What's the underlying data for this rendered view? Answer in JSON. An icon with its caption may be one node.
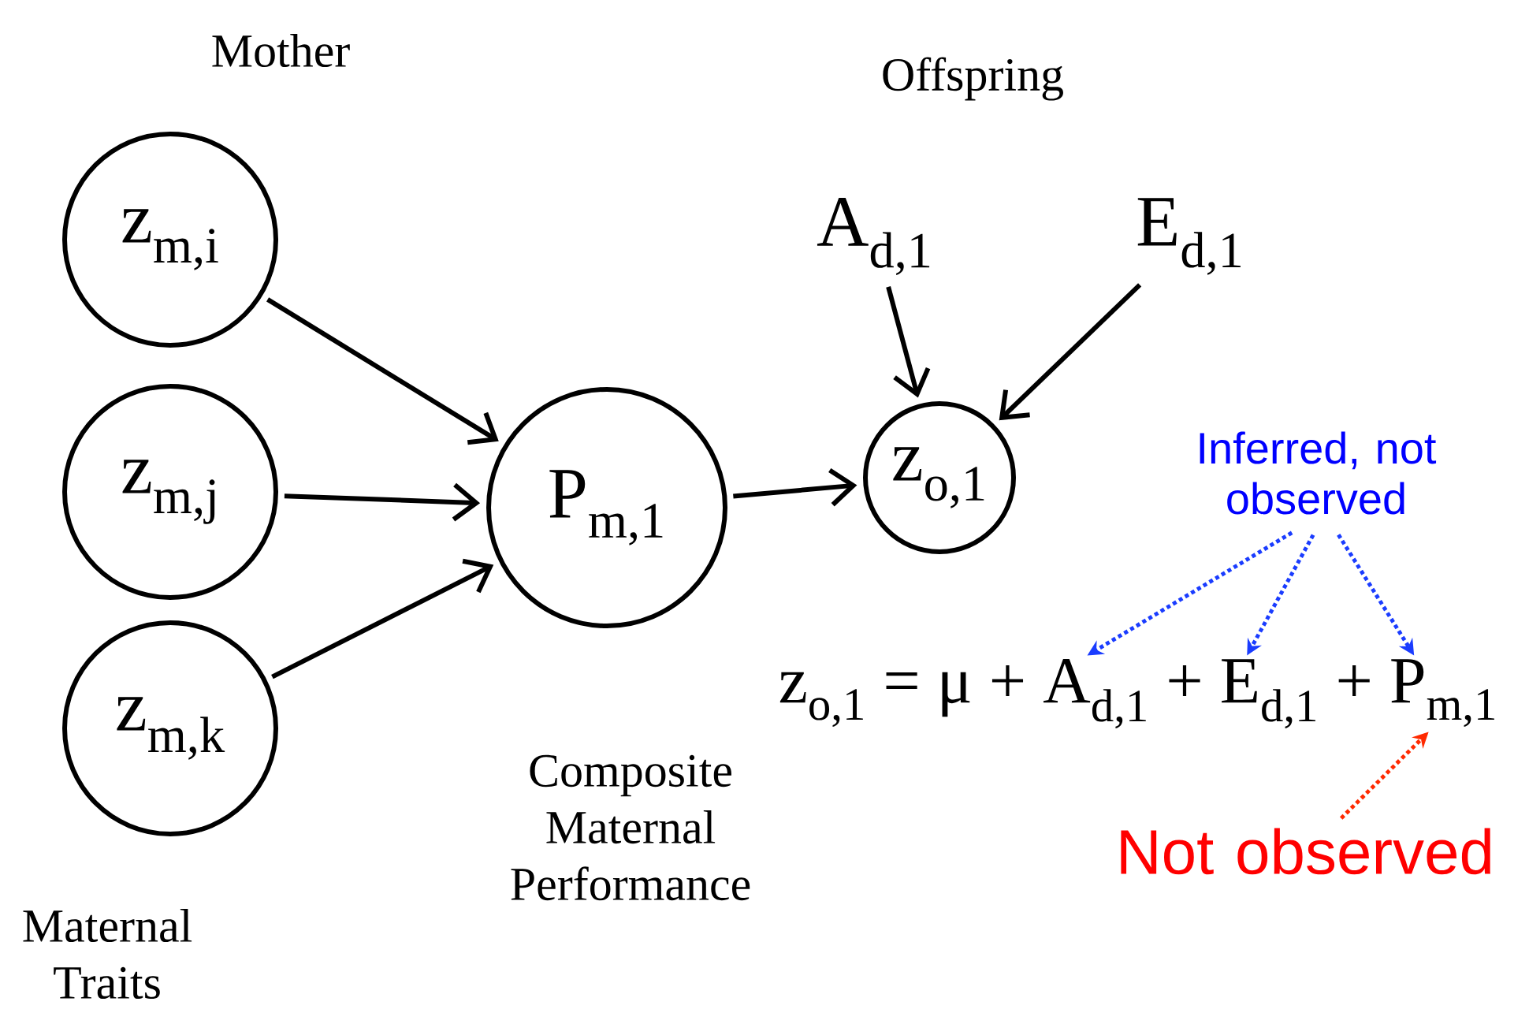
{
  "diagram": {
    "nodes": [
      {
        "text": [
          "z$_{m,i}$"
        ]
      },
      {
        "text": [
          "z$_{m,j}$"
        ]
      },
      {
        "text": [
          "z$_{m,k}$"
        ]
      },
      {
        "text": [
          "P$_{m,1}$"
        ]
      },
      {
        "text": [
          "z$_{o,1}$"
        ]
      },
      {
        "text": [
          "A$_{d,1}$"
        ]
      },
      {
        "text": [
          "E$_{d,1}$"
        ]
      },
      {
        "text": [
          "Inferred, not observed"
        ]
      },
      {
        "text": [
          "Not observed"
        ]
      },
      {
        "text": [
          "z$_{o,1}$ = μ + A$_{d,1}$ + E$_{d,1}$ + P$_{m,1}$"
        ]
      }
    ],
    "edges": [
      {
        "from": 0,
        "to": 3,
        "arrow": "to"
      },
      {
        "from": 1,
        "to": 3,
        "arrow": "to"
      },
      {
        "from": 2,
        "to": 3,
        "arrow": "to"
      },
      {
        "from": 3,
        "to": 4,
        "arrow": "to"
      },
      {
        "from": 5,
        "to": 4,
        "arrow": "to"
      },
      {
        "from": 6,
        "to": 4,
        "arrow": "to"
      },
      {
        "from": 7,
        "to": 9,
        "arrow": "to",
        "style": "dashed",
        "color": "#1a3cff"
      },
      {
        "from": 7,
        "to": 9,
        "arrow": "to",
        "style": "dashed",
        "color": "#1a3cff"
      },
      {
        "from": 7,
        "to": 9,
        "arrow": "to",
        "style": "dashed",
        "color": "#1a3cff"
      },
      {
        "from": 8,
        "to": 9,
        "arrow": "to",
        "style": "dashed",
        "color": "#ff2a00"
      }
    ],
    "labels": [
      "Mother",
      "Offspring",
      "Composite Maternal Performance",
      "Maternal Traits"
    ]
  }
}
